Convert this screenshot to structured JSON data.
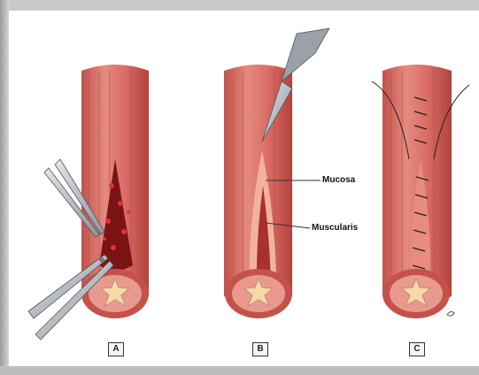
{
  "panels": [
    {
      "label": "A"
    },
    {
      "label": "B"
    },
    {
      "label": "C"
    }
  ],
  "callouts": {
    "mucosa": "Mucosa",
    "muscularis": "Muscularis"
  },
  "colors": {
    "tissue": "#d96a63",
    "tissue_dark": "#b8453f",
    "tissue_light": "#eea39a",
    "lumen": "#f5d9a8",
    "mucosa": "#f2b7a3",
    "instrument": "#b7bdc4"
  }
}
